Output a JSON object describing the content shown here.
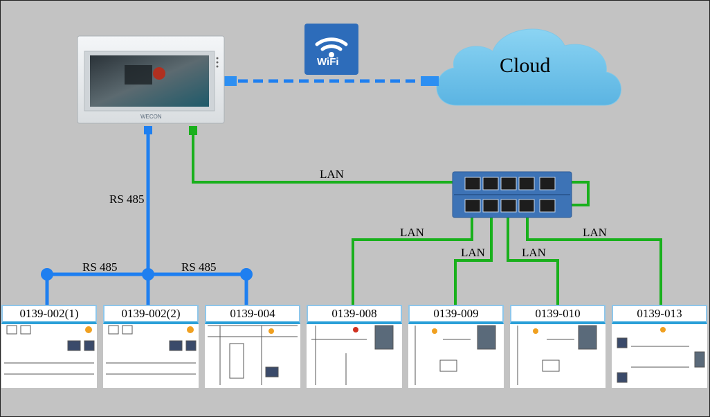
{
  "cloud": {
    "label": "Cloud"
  },
  "wifi": {
    "label": "WiFi"
  },
  "hmi": {
    "brand": "WECON"
  },
  "links": {
    "rs485_main": "RS 485",
    "rs485_left": "RS 485",
    "rs485_right": "RS 485",
    "lan_hmi": "LAN",
    "lan_008": "LAN",
    "lan_009": "LAN",
    "lan_010": "LAN",
    "lan_013": "LAN"
  },
  "devices": [
    "0139-002(1)",
    "0139-002(2)",
    "0139-004",
    "0139-008",
    "0139-009",
    "0139-010",
    "0139-013"
  ],
  "colors": {
    "rs485": "#1e7ff0",
    "lan": "#19b01c",
    "switch": "#3d73b6",
    "cloud": "#6cc3ea",
    "background": "#c3c3c3"
  }
}
